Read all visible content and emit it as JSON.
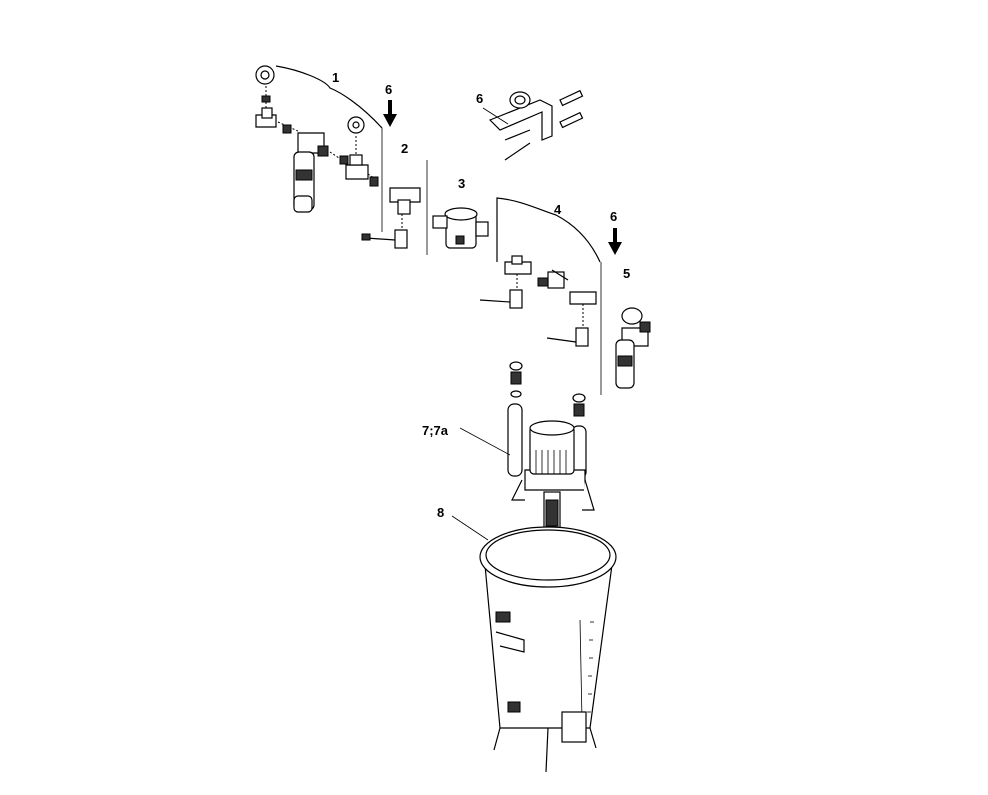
{
  "diagram": {
    "callouts": {
      "c1": "1",
      "c2": "2",
      "c3": "3",
      "c4": "4",
      "c5": "5",
      "c6a": "6",
      "c6b": "6",
      "c6c": "6",
      "c7": "7;7a",
      "c8": "8"
    }
  }
}
